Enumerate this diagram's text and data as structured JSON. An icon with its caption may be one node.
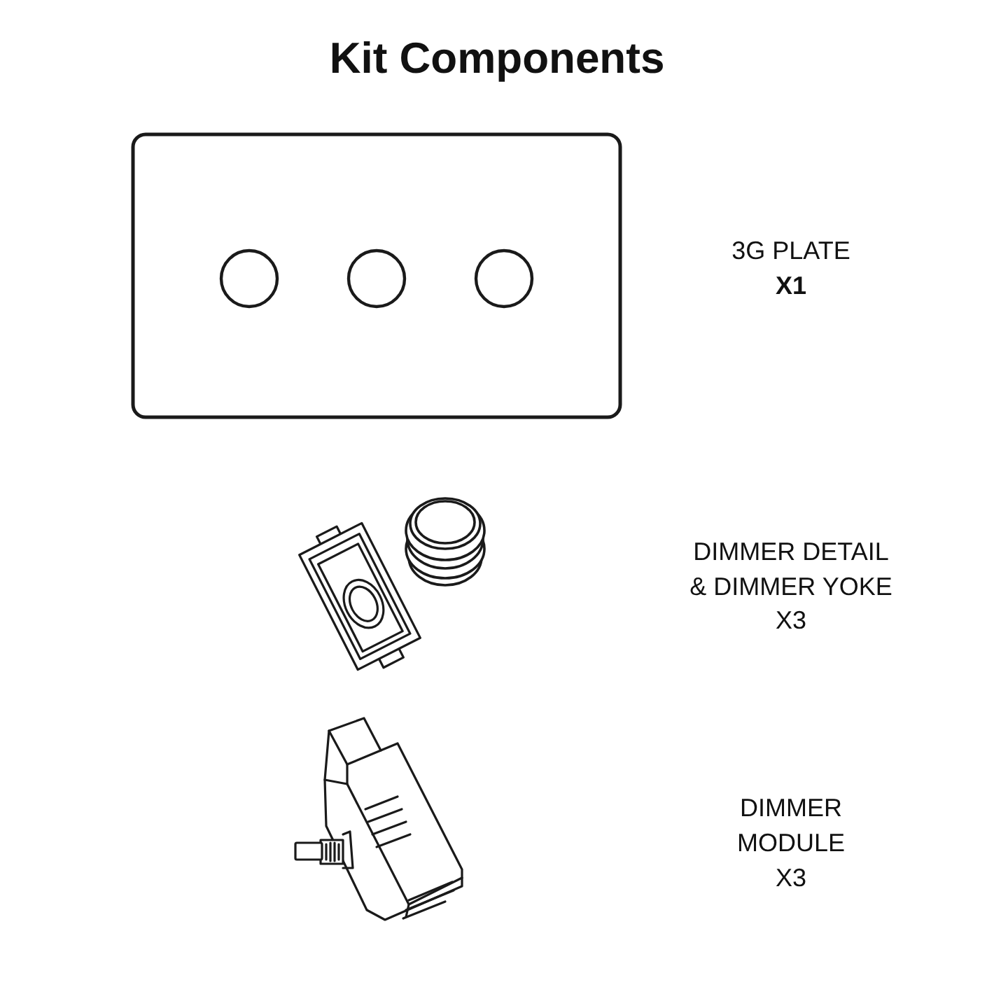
{
  "diagram": {
    "title": "Kit Components",
    "labels": [
      "3G PLATE",
      "X1",
      "DIMMER DETAIL & DIMMER YOKE",
      "X3",
      "DIMMER MODULE",
      "X3"
    ]
  }
}
